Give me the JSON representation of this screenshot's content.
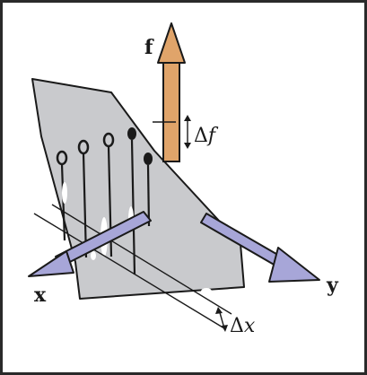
{
  "labels": {
    "force_axis": "f",
    "x_axis": "x",
    "y_axis": "y",
    "delta_f": {
      "delta": "Δ",
      "var": "f"
    },
    "delta_x": {
      "delta": "Δ",
      "var": "x"
    }
  },
  "colors": {
    "frame": "#2a2a2a",
    "plate": "#c9cacd",
    "force_arrow": "#e0a46a",
    "axis_arrows": "#a7a6d8",
    "ink": "#1a1a1a"
  },
  "icons": {
    "force_arrow": "arrow-up",
    "x_axis_arrow": "arrow-down-left",
    "y_axis_arrow": "arrow-down-right"
  }
}
